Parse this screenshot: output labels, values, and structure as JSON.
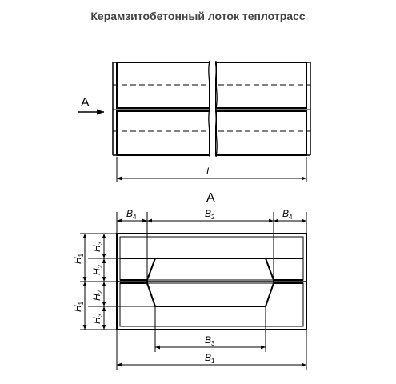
{
  "title": "Керамзитобетонный лоток теплотрасс",
  "view_arrow_label": "A",
  "section_label": "A",
  "dims": {
    "L": "L",
    "B4_left": {
      "main": "B",
      "sub": "4"
    },
    "B2": {
      "main": "B",
      "sub": "2"
    },
    "B4_right": {
      "main": "B",
      "sub": "4"
    },
    "B3": {
      "main": "B",
      "sub": "3"
    },
    "B1": {
      "main": "B",
      "sub": "1"
    },
    "H1_top": {
      "main": "H",
      "sub": "1"
    },
    "H3_top": {
      "main": "H",
      "sub": "3"
    },
    "H2_top": {
      "main": "H",
      "sub": "2"
    },
    "H2_bot": {
      "main": "H",
      "sub": "2"
    },
    "H1_bot": {
      "main": "H",
      "sub": "1"
    },
    "H3_bot": {
      "main": "H",
      "sub": "3"
    }
  },
  "colors": {
    "line": "#000000",
    "title": "#444444"
  }
}
